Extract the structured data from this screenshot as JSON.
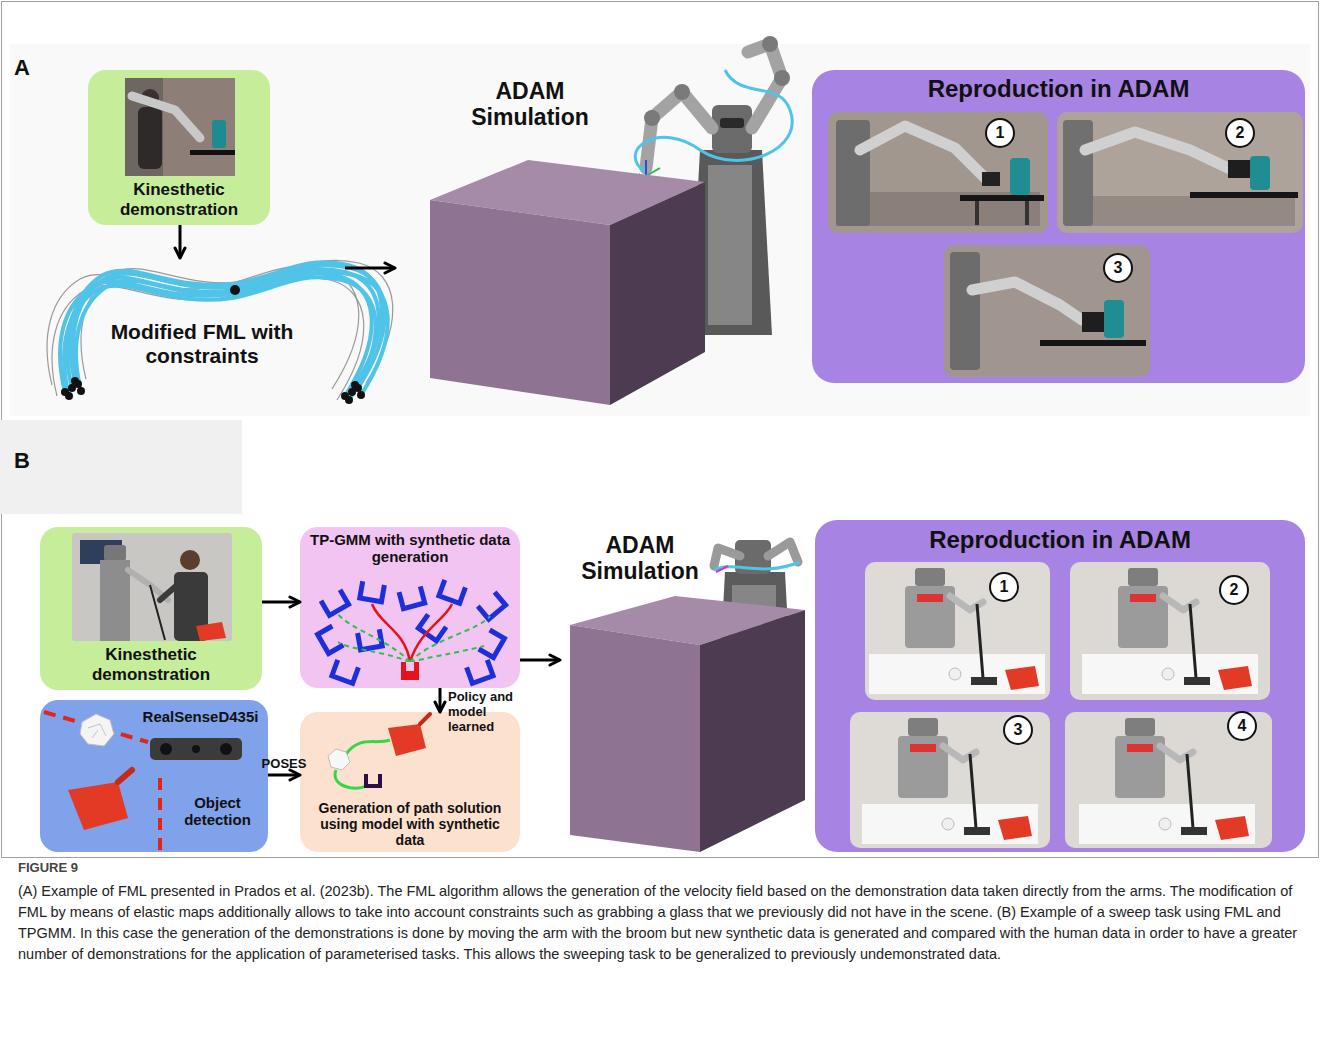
{
  "diagram": {
    "caption": "(A) Example of FML presented in Prados et al. (2023b). The FML algorithm allows the generation of the velocity field based on the demonstration data taken directly from the arms. The modification of FML by means of elastic maps additionally allows to take into account constraints such as grabbing a glass that we previously did not have in the scene. (B) Example of a sweep task using FML and TPGMM. In this case the generation of the demonstrations is done by moving the arm with the broom but new synthetic data is generated and compared with the human data in order to have a greater number of demonstrations for the application of parameterised tasks. This allows the sweeping task to be generalized to previously undemonstrated data.",
    "nodes": [
      {
        "text": [
          "Kinesthetic demonstration"
        ]
      },
      {
        "text": [
          "Modified FML with constraints"
        ]
      },
      {
        "text": [
          "ADAM Simulation"
        ]
      },
      {
        "text": [
          "Reproduction in ADAM"
        ]
      },
      {
        "text": [
          "1"
        ],
        "in": 3
      },
      {
        "text": [
          "2"
        ],
        "in": 3
      },
      {
        "text": [
          "3"
        ],
        "in": 3
      },
      {
        "text": [
          "Kinesthetic demonstration"
        ]
      },
      {
        "text": [
          "TP-GMM with synthetic data generation"
        ]
      },
      {
        "text": [
          "RealSenseD435i",
          "Object detection"
        ]
      },
      {
        "text": [
          "Generation of path solution using model with synthetic data"
        ]
      },
      {
        "text": [
          "ADAM Simulation"
        ]
      },
      {
        "text": [
          "Reproduction in ADAM"
        ]
      },
      {
        "text": [
          "1"
        ],
        "in": 12
      },
      {
        "text": [
          "2"
        ],
        "in": 12
      },
      {
        "text": [
          "3"
        ],
        "in": 12
      },
      {
        "text": [
          "4"
        ],
        "in": 12
      }
    ],
    "edges": [
      {
        "from": 0,
        "to": 1,
        "arrow": "to"
      },
      {
        "from": 1,
        "to": 2,
        "arrow": "to"
      },
      {
        "from": 7,
        "to": 8,
        "arrow": "to"
      },
      {
        "from": 9,
        "to": 10,
        "label": "POSES",
        "arrow": "to"
      },
      {
        "from": 8,
        "to": 10,
        "label": "Policy and model learned",
        "arrow": "to"
      },
      {
        "from": 8,
        "to": 11,
        "arrow": "to"
      }
    ],
    "labels": [
      "A",
      "B",
      "FIGURE 9"
    ]
  }
}
